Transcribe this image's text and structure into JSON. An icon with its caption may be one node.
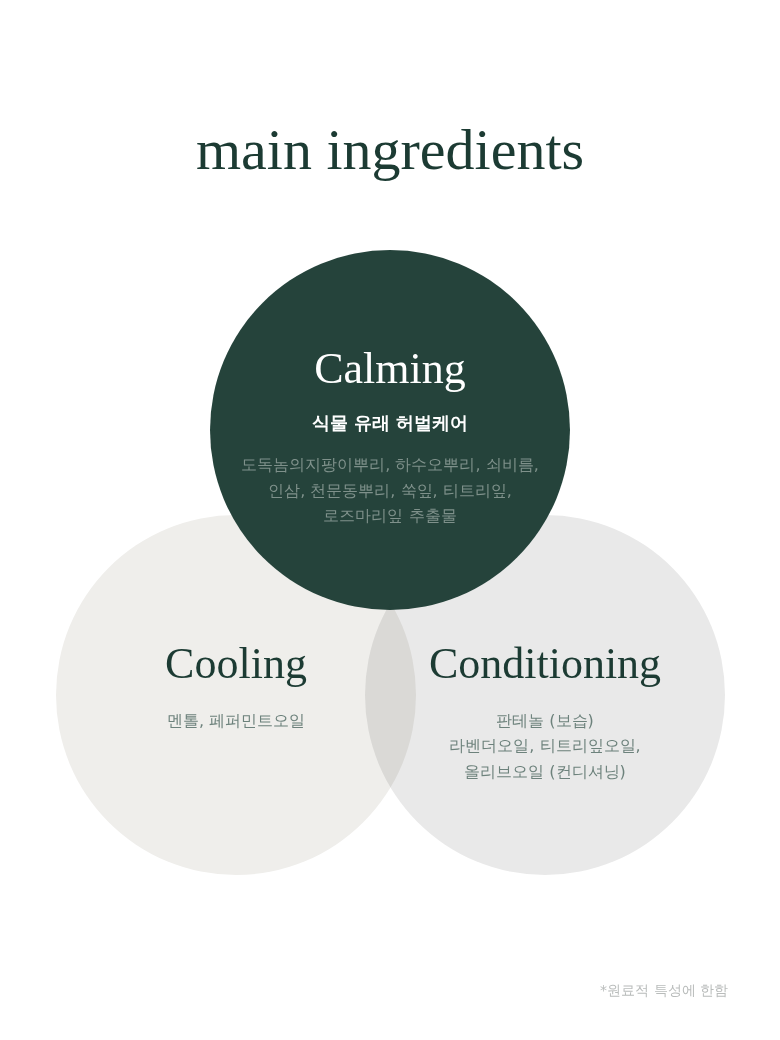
{
  "diagram": {
    "title": "main ingredients",
    "nodes": [
      {
        "text": [
          "Calming",
          "식물 유래 허벌케어",
          "도독놈의지팡이뿌리, 하수오뿌리, 쇠비름, 인삼, 천문동뿌리, 쑥잎, 티트리잎, 로즈마리잎 추출물"
        ]
      },
      {
        "text": [
          "Cooling",
          "멘톨, 페퍼민트오일"
        ]
      },
      {
        "text": [
          "Conditioning",
          "판테놀 (보습)",
          "라벤더오일, 티트리잎오일, 올리브오일 (컨디셔닝)"
        ]
      }
    ],
    "edges": [],
    "labels": [
      "*원료적 특성에 한함"
    ]
  }
}
